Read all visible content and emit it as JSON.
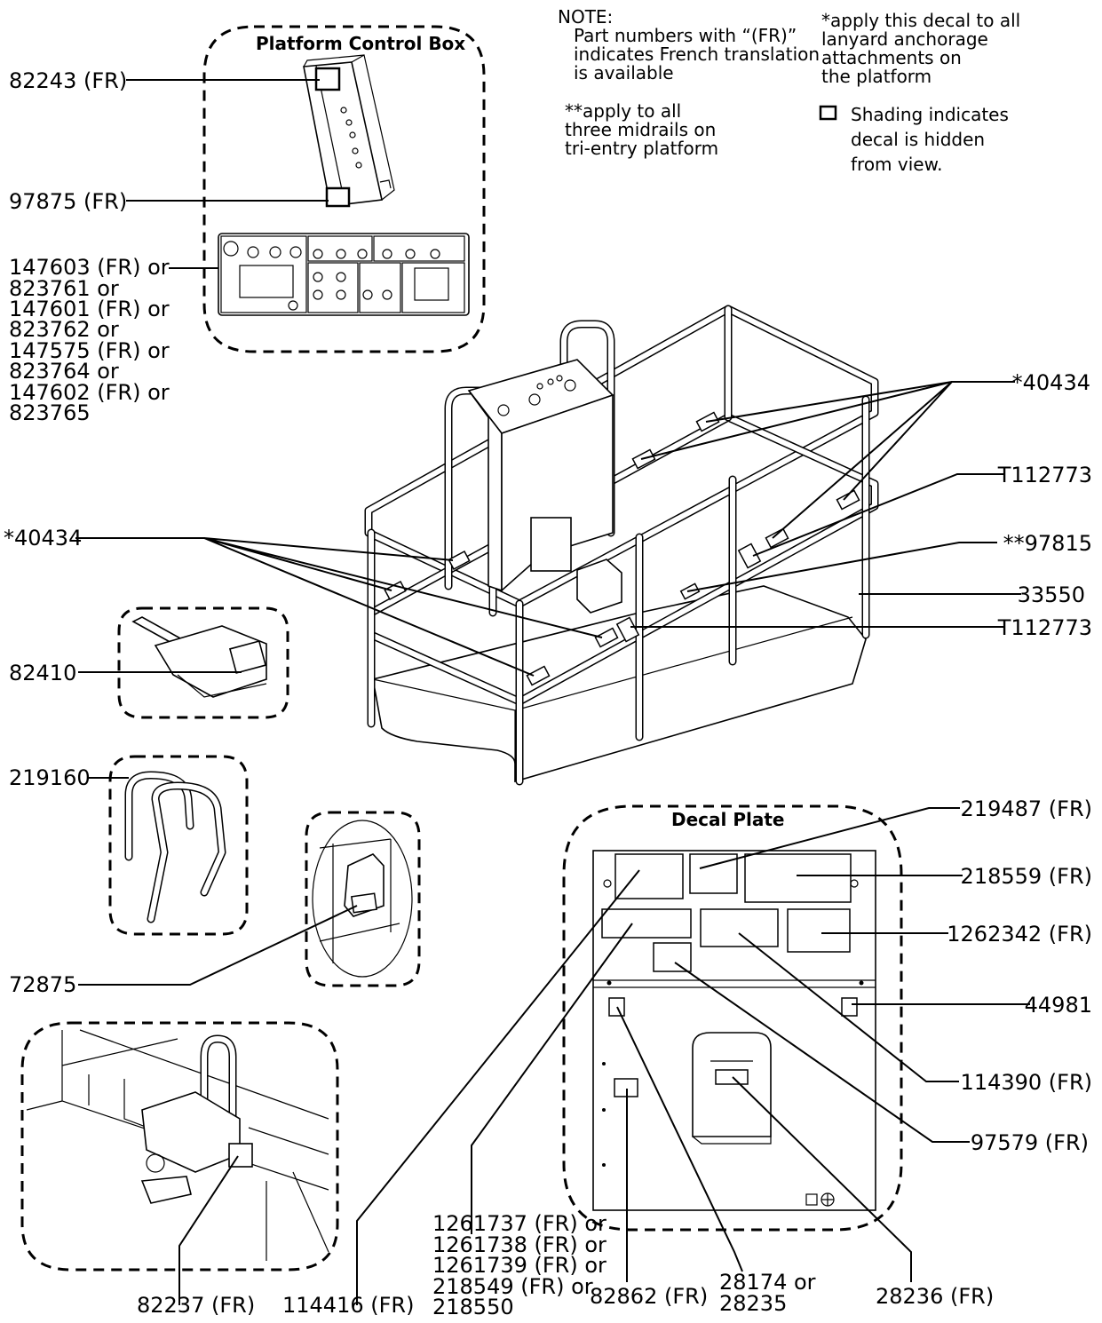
{
  "notes": {
    "note_title": "NOTE:",
    "note_lines": [
      "Part numbers with “(FR)”",
      "indicates French translation",
      "is available"
    ],
    "midrail_lines": [
      "**apply to all",
      "three midrails on",
      "tri-entry platform"
    ],
    "anchor_lines": [
      "*apply this decal to all",
      "lanyard anchorage",
      "attachments on",
      "the platform"
    ],
    "shading_lines": [
      "Shading indicates",
      "decal is hidden",
      "from view."
    ],
    "shading_icon": "hollow-square-icon"
  },
  "titles": {
    "control_box": "Platform Control Box",
    "decal_plate": "Decal Plate"
  },
  "labels": {
    "l82243": "82243 (FR)",
    "l97875": "97875 (FR)",
    "l147603": [
      "147603 (FR) or",
      "823761 or",
      "147601 (FR) or",
      "823762 or",
      "147575 (FR) or",
      "823764 or",
      "147602 (FR) or",
      "823765"
    ],
    "l40434_left": "*40434",
    "l82410": "82410",
    "l219160": "219160",
    "l72875": "72875",
    "l82237": "82237 (FR)",
    "l114416": "114416 (FR)",
    "l1261737": [
      "1261737 (FR) or",
      "1261738 (FR) or",
      "1261739 (FR) or",
      "218549 (FR) or",
      "218550"
    ],
    "l82862": "82862 (FR)",
    "l28174": [
      "28174 or",
      "28235"
    ],
    "l28236": "28236 (FR)",
    "l40434_right": "*40434",
    "lT112773_top": "T112773",
    "l97815": "**97815",
    "l33550": "33550",
    "lT112773_bottom": "T112773",
    "l219487": "219487 (FR)",
    "l218559": "218559 (FR)",
    "l1262342": "1262342 (FR)",
    "l44981": "44981",
    "l114390": "114390 (FR)",
    "l97579": "97579 (FR)"
  }
}
